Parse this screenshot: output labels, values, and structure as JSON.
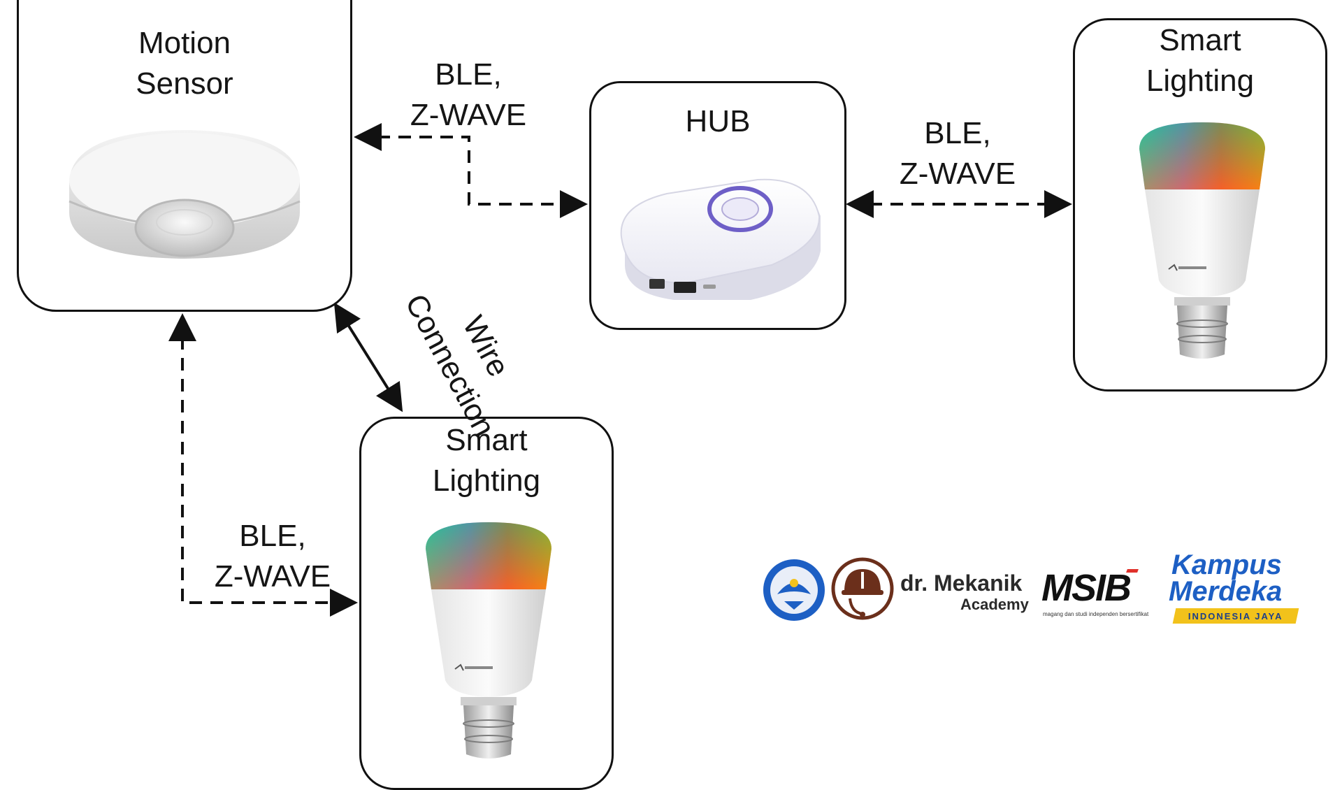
{
  "nodes": {
    "motion_sensor": {
      "title_lines": [
        "Motion",
        "Sensor"
      ]
    },
    "hub": {
      "title_lines": [
        "HUB"
      ]
    },
    "smart_lighting_right": {
      "title_lines": [
        "Smart",
        "Lighting"
      ]
    },
    "smart_lighting_bottom": {
      "title_lines": [
        "Smart",
        "Lighting"
      ]
    }
  },
  "connections": {
    "sensor_hub": {
      "label_lines": [
        "BLE,",
        "Z-WAVE"
      ],
      "style": "dashed"
    },
    "hub_light": {
      "label_lines": [
        "BLE,",
        "Z-WAVE"
      ],
      "style": "dashed"
    },
    "sensor_light_bottom": {
      "label_lines": [
        "BLE,",
        "Z-WAVE"
      ],
      "style": "dashed"
    },
    "wire": {
      "label_lines": [
        "Wire",
        "Connection"
      ],
      "style": "solid"
    }
  },
  "logos": {
    "mekanik_name": "dr. Mekanik",
    "mekanik_sub": "Academy",
    "msib": "MSIB",
    "msib_sub": "magang dan studi independen bersertifikat",
    "kampus_line1": "Kampus",
    "kampus_line2": "Merdeka",
    "kampus_banner": "INDONESIA JAYA"
  },
  "colors": {
    "line": "#111111",
    "kampus_blue": "#1d5fc4",
    "kampus_yellow": "#f2c21b",
    "mekanik_brown": "#6b2f1b",
    "msib_red": "#e0312b"
  },
  "icons": {
    "sensor": "motion-sensor-device",
    "hub": "smart-hub-device",
    "bulb": "rgb-smart-bulb",
    "kemdikbud": "tut-wuri-handayani-emblem",
    "mekanik": "helmet-headset-emblem"
  }
}
